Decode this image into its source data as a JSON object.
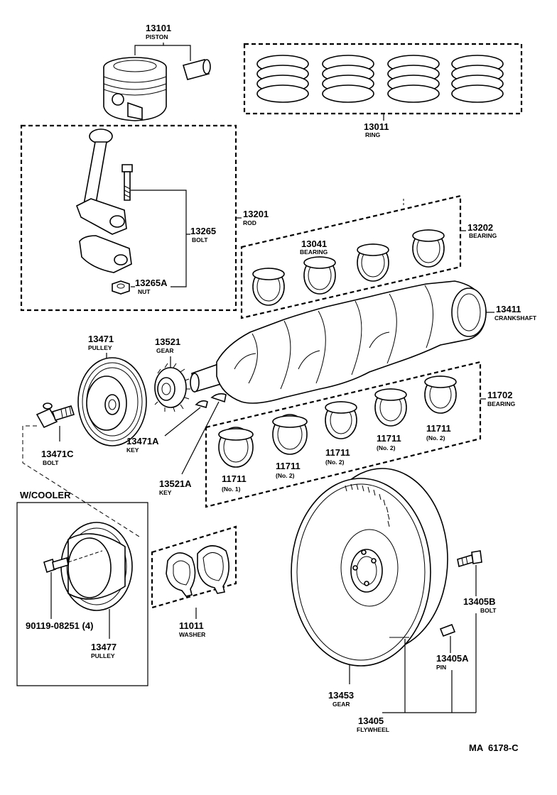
{
  "labels": {
    "piston": {
      "number": "13101",
      "name": "PISTON"
    },
    "ring": {
      "number": "13011",
      "name": "RING"
    },
    "rod": {
      "number": "13201",
      "name": "ROD"
    },
    "rod_bolt": {
      "number": "13265",
      "name": "BOLT"
    },
    "rod_nut": {
      "number": "13265A",
      "name": "NUT"
    },
    "main_bearing_set": {
      "number": "13202",
      "name": "BEARING"
    },
    "rod_bearing": {
      "number": "13041",
      "name": "BEARING"
    },
    "crankshaft": {
      "number": "13411",
      "name": "CRANKSHAFT"
    },
    "pulley": {
      "number": "13471",
      "name": "PULLEY"
    },
    "gear": {
      "number": "13521",
      "name": "GEAR"
    },
    "crank_bearing_set": {
      "number": "11702",
      "name": "BEARING"
    },
    "pulley_bolt": {
      "number": "13471C",
      "name": "BOLT"
    },
    "pulley_key": {
      "number": "13471A",
      "name": "KEY"
    },
    "gear_key": {
      "number": "13521A",
      "name": "KEY"
    },
    "main_bearing_1": {
      "number": "11711",
      "name": "(No. 1)"
    },
    "main_bearing_2a": {
      "number": "11711",
      "name": "(No. 2)"
    },
    "main_bearing_2b": {
      "number": "11711",
      "name": "(No. 2)"
    },
    "main_bearing_2c": {
      "number": "11711",
      "name": "(No. 2)"
    },
    "main_bearing_2d": {
      "number": "11711",
      "name": "(No. 2)"
    },
    "w_cooler": {
      "name": "W/COOLER"
    },
    "cooler_bolt": {
      "number": "90119-08251 (4)"
    },
    "cooler_pulley": {
      "number": "13477",
      "name": "PULLEY"
    },
    "washer": {
      "number": "11011",
      "name": "WASHER"
    },
    "flywheel_bolt": {
      "number": "13405B",
      "name": "BOLT"
    },
    "flywheel_pin": {
      "number": "13405A",
      "name": "PIN"
    },
    "ring_gear": {
      "number": "13453",
      "name": "GEAR"
    },
    "flywheel": {
      "number": "13405",
      "name": "FLYWHEEL"
    }
  },
  "footer": {
    "code": "MA  6178-C"
  }
}
